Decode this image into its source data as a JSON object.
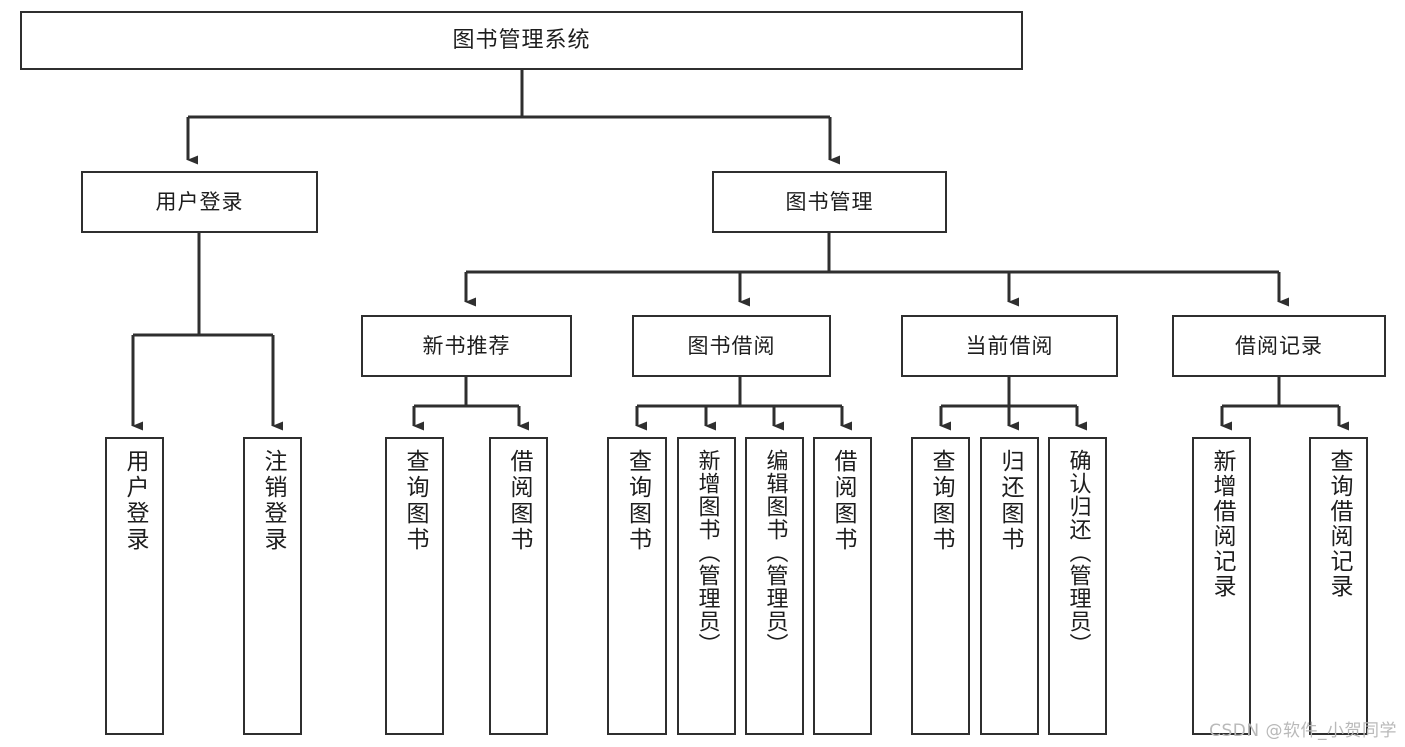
{
  "diagram": {
    "type": "tree",
    "title": "图书管理系统",
    "style": {
      "box_border_color": "#2f2f2f",
      "box_fill_color": "#ffffff",
      "edge_color": "#2f2f2f",
      "background_color": "#ffffff",
      "text_color": "#1d1d1d",
      "watermark_color": "#b9b9b9"
    },
    "root": {
      "label": "图书管理系统"
    },
    "level2": [
      {
        "label": "用户登录"
      },
      {
        "label": "图书管理"
      }
    ],
    "level3": [
      {
        "label": "新书推荐"
      },
      {
        "label": "图书借阅"
      },
      {
        "label": "当前借阅"
      },
      {
        "label": "借阅记录"
      }
    ],
    "leaves": {
      "user_login": [
        {
          "label": "用户登录"
        },
        {
          "label": "注销登录"
        }
      ],
      "new_book_recommend": [
        {
          "label": "查询图书"
        },
        {
          "label": "借阅图书"
        }
      ],
      "book_borrow": [
        {
          "label": "查询图书"
        },
        {
          "label": "新增图书（管理员）"
        },
        {
          "label": "编辑图书（管理员）"
        },
        {
          "label": "借阅图书"
        }
      ],
      "current_borrow": [
        {
          "label": "查询图书"
        },
        {
          "label": "归还图书"
        },
        {
          "label": "确认归还（管理员）"
        }
      ],
      "borrow_record": [
        {
          "label": "新增借阅记录"
        },
        {
          "label": "查询借阅记录"
        }
      ]
    }
  },
  "watermark": {
    "text": "CSDN @软件_小贺同学"
  }
}
